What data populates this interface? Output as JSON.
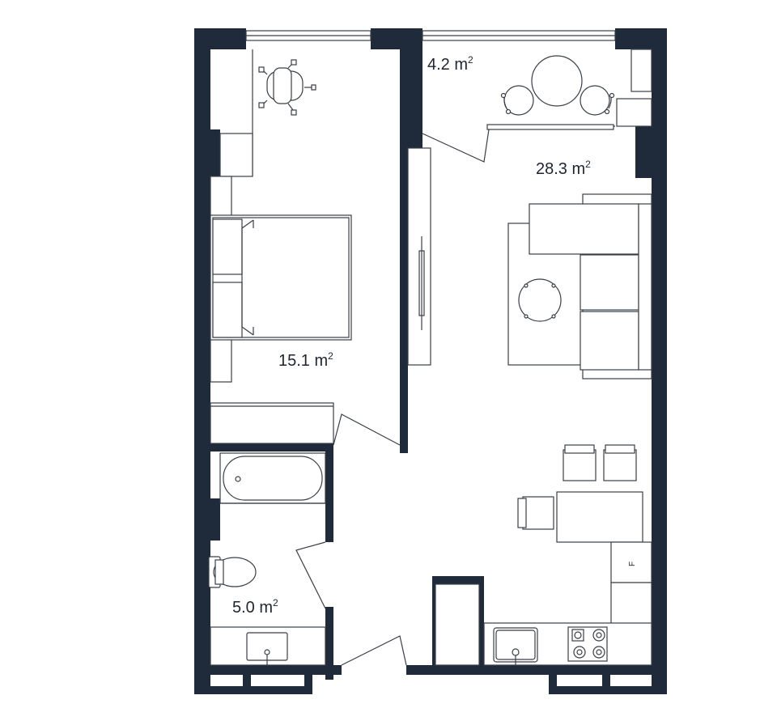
{
  "rooms": {
    "bedroom": {
      "area": "15.1 m",
      "unit_sup": "2"
    },
    "balcony": {
      "area": "4.2 m",
      "unit_sup": "2"
    },
    "living": {
      "area": "28.3 m",
      "unit_sup": "2"
    },
    "bathroom": {
      "area": "5.0 m",
      "unit_sup": "2"
    }
  },
  "fridge_mark": "F",
  "colors": {
    "wall": "#1f2a3a",
    "line": "#3a3f47",
    "background": "#ffffff"
  }
}
